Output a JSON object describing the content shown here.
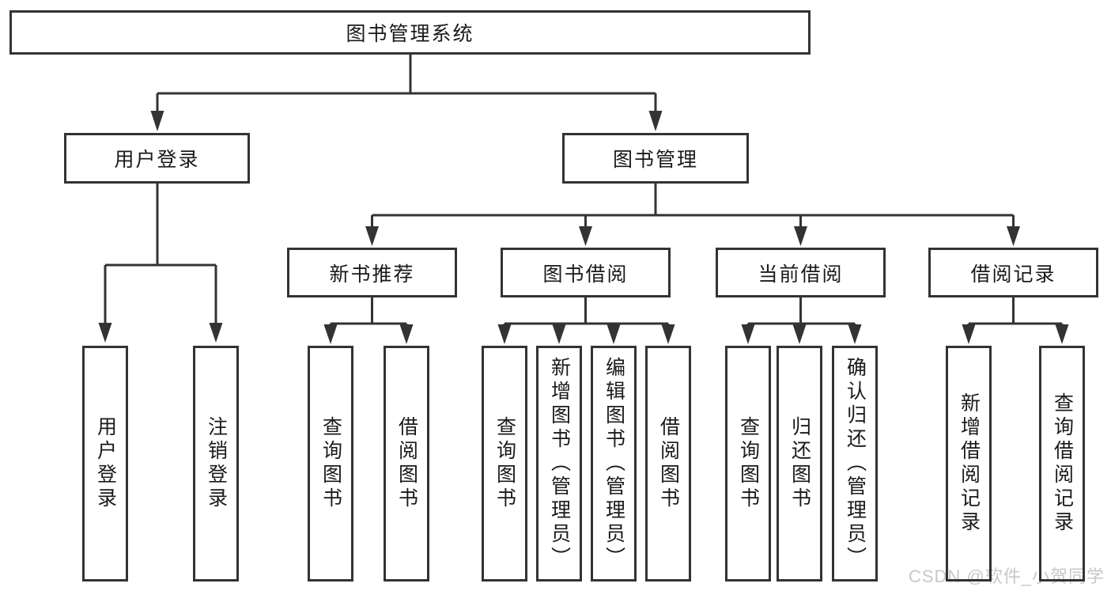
{
  "colors": {
    "background": "#ffffff",
    "line": "#333333",
    "box_border": "#333333",
    "box_fill": "#ffffff",
    "text": "#1a1a1a",
    "watermark": "#c8c8c8"
  },
  "tree": {
    "root": {
      "label": "图书管理系统",
      "children": [
        {
          "label": "用户登录",
          "children": [
            {
              "label": "用户登录"
            },
            {
              "label": "注销登录"
            }
          ]
        },
        {
          "label": "图书管理",
          "children": [
            {
              "label": "新书推荐",
              "children": [
                {
                  "label": "查询图书"
                },
                {
                  "label": "借阅图书"
                }
              ]
            },
            {
              "label": "图书借阅",
              "children": [
                {
                  "label": "查询图书"
                },
                {
                  "label": "新增图书（管理员）"
                },
                {
                  "label": "编辑图书（管理员）"
                },
                {
                  "label": "借阅图书"
                }
              ]
            },
            {
              "label": "当前借阅",
              "children": [
                {
                  "label": "查询图书"
                },
                {
                  "label": "归还图书"
                },
                {
                  "label": "确认归还（管理员）"
                }
              ]
            },
            {
              "label": "借阅记录",
              "children": [
                {
                  "label": "新增借阅记录"
                },
                {
                  "label": "查询借阅记录"
                }
              ]
            }
          ]
        }
      ]
    }
  },
  "watermark": {
    "text": "CSDN @软件_小贺同学"
  }
}
